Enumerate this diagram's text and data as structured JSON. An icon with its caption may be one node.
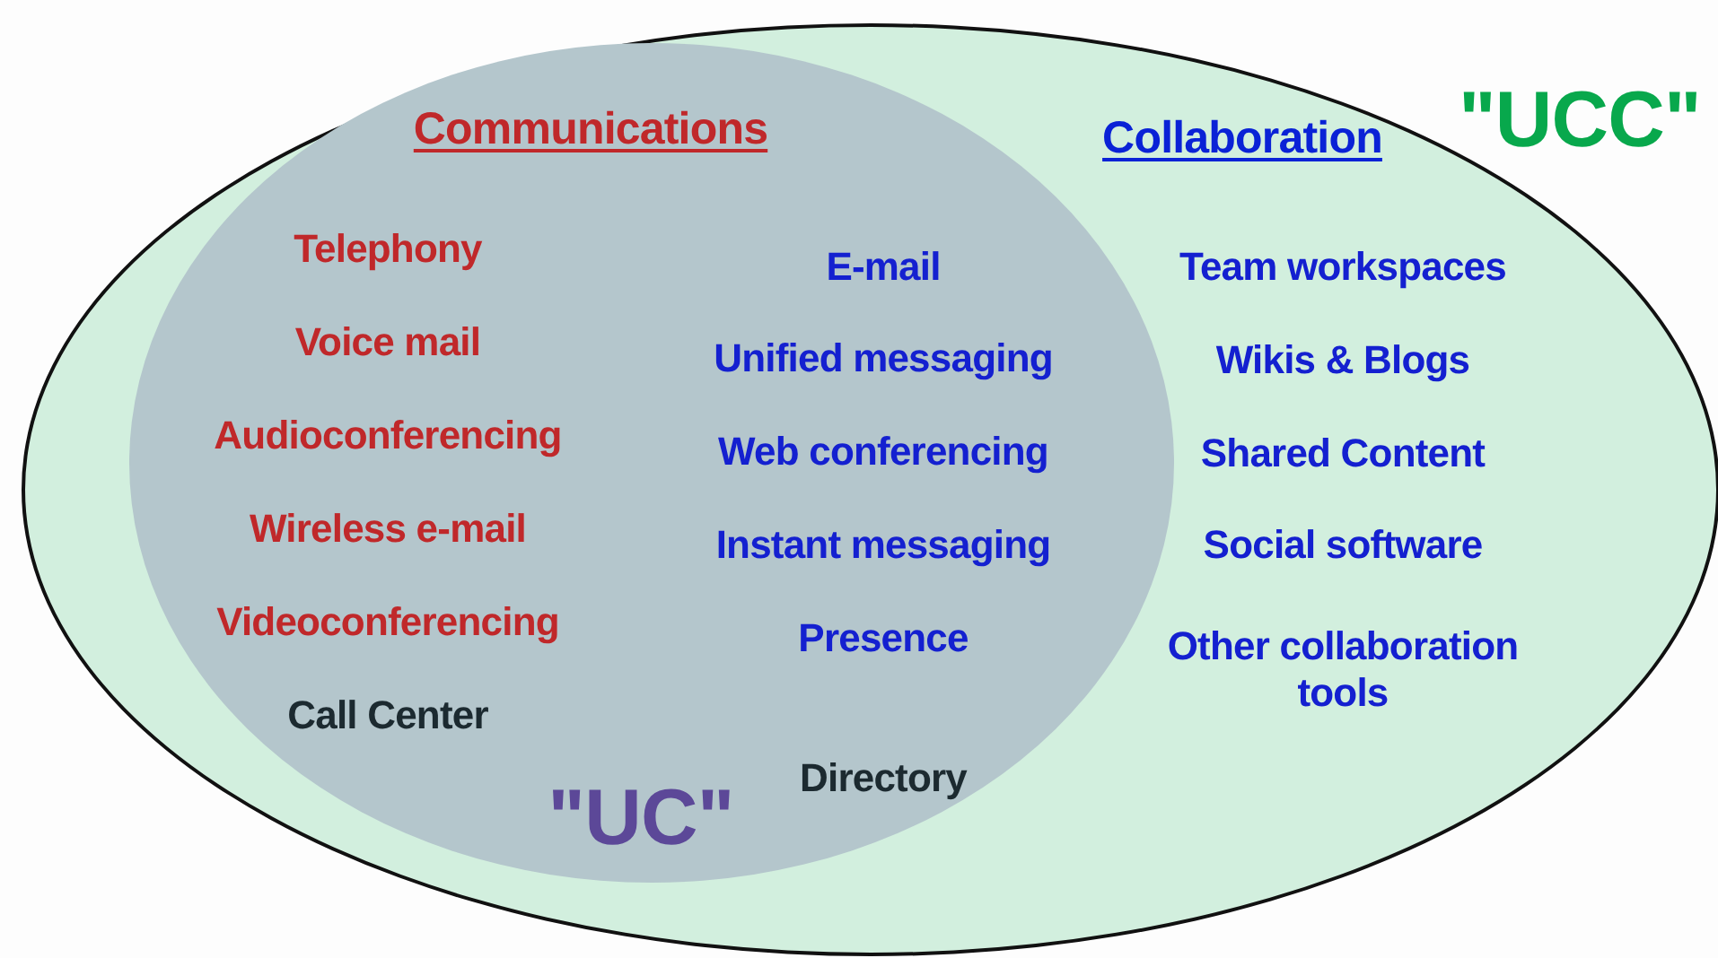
{
  "diagram": {
    "nodes": [
      {
        "text": [
          "\"UCC\"",
          "Collaboration",
          "Team workspaces",
          "Wikis & Blogs",
          "Shared Content",
          "Social software",
          "Other collaboration tools"
        ]
      },
      {
        "text": [
          "Communications",
          "Telephony",
          "Voice mail",
          "Audioconferencing",
          "Wireless e-mail",
          "Videoconferencing",
          "Call Center",
          "E-mail",
          "Unified messaging",
          "Web conferencing",
          "Instant messaging",
          "Presence",
          "Directory",
          "\"UC\""
        ],
        "in": 0
      }
    ]
  }
}
